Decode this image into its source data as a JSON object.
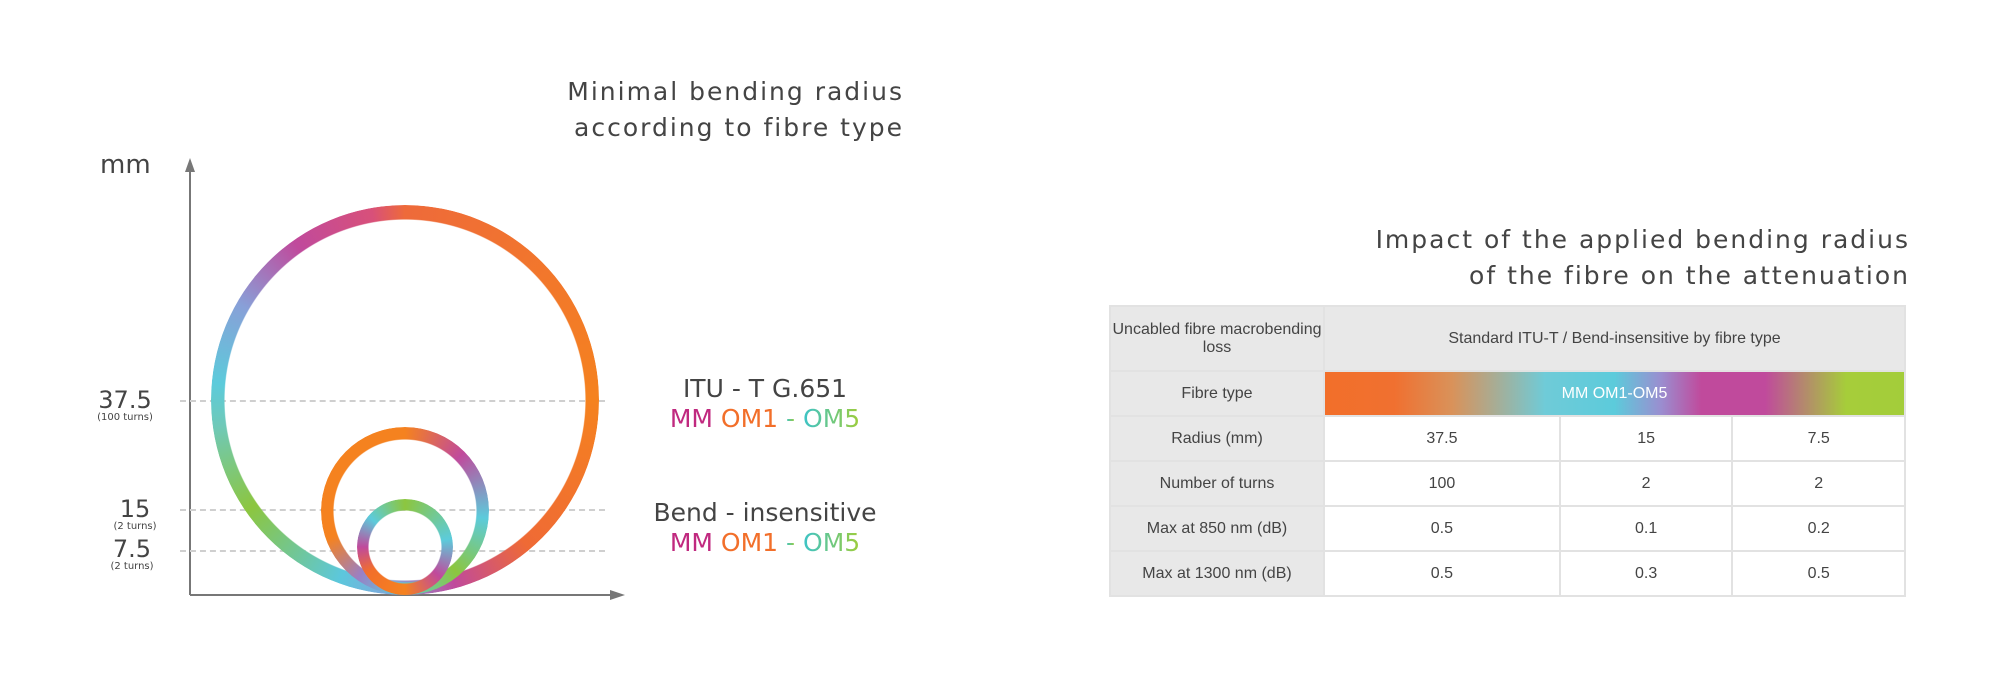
{
  "left": {
    "title_line1": "Minimal bending radius",
    "title_line2": "according to fibre type",
    "y_axis_unit": "mm",
    "ticks": [
      {
        "value": "37.5",
        "sub": "(100 turns)"
      },
      {
        "value": "15",
        "sub": "(2 turns)"
      },
      {
        "value": "7.5",
        "sub": "(2 turns)"
      }
    ],
    "label_standard": "ITU - T G.651",
    "label_bend": "Bend - insensitive",
    "fibre_mm": "MM",
    "fibre_om1": "OM1",
    "fibre_dash": "-",
    "fibre_om5": "OM5"
  },
  "right": {
    "title_line1": "Impact of the applied bending radius",
    "title_line2": "of the fibre on the attenuation",
    "table": {
      "header_label": "Uncabled fibre macrobending loss",
      "header_value": "Standard ITU-T / Bend-insensitive by fibre type",
      "fibre_type_label": "Fibre type",
      "fibre_type_value": "MM OM1-OM5",
      "rows": [
        {
          "label": "Radius (mm)",
          "values": [
            "37.5",
            "15",
            "7.5"
          ]
        },
        {
          "label": "Number of turns",
          "values": [
            "100",
            "2",
            "2"
          ]
        },
        {
          "label": "Max at 850 nm (dB)",
          "values": [
            "0.5",
            "0.1",
            "0.2"
          ]
        },
        {
          "label": "Max at 1300 nm (dB)",
          "values": [
            "0.5",
            "0.3",
            "0.5"
          ]
        }
      ]
    }
  },
  "colors": {
    "orange": "#f26f2a",
    "cyan": "#5ccbdb",
    "magenta": "#c04a9c",
    "green": "#a3cd3a"
  }
}
